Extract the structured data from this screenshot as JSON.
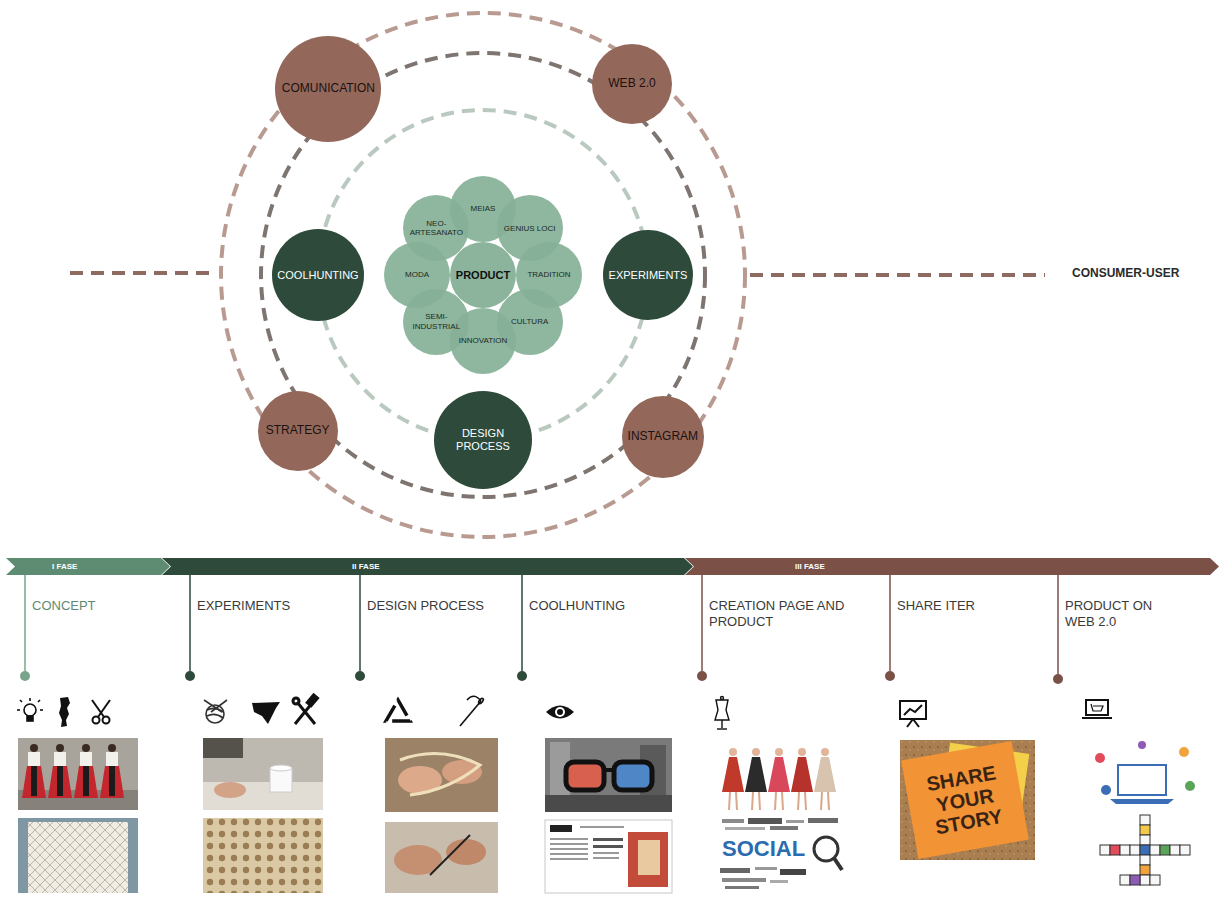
{
  "diagram": {
    "nodes": [
      {
        "text": [
          "COMUNICATION"
        ]
      },
      {
        "text": [
          "WEB 2.0"
        ]
      },
      {
        "text": [
          "NEO-ARTESANATO"
        ]
      },
      {
        "text": [
          "MEIAS"
        ]
      },
      {
        "text": [
          "GENIUS LOCI"
        ]
      },
      {
        "text": [
          "COOLHUNTING"
        ]
      },
      {
        "text": [
          "MODA"
        ]
      },
      {
        "text": [
          "PRODUCT"
        ]
      },
      {
        "text": [
          "TRADITION"
        ]
      },
      {
        "text": [
          "EXPERIMENTS"
        ]
      },
      {
        "text": [
          "SEMI-INDUSTRIAL"
        ]
      },
      {
        "text": [
          "INNOVATION"
        ]
      },
      {
        "text": [
          "CULTURA"
        ]
      },
      {
        "text": [
          "STRATEGY"
        ]
      },
      {
        "text": [
          "DESIGN PROCESS"
        ]
      },
      {
        "text": [
          "INSTAGRAM"
        ]
      },
      {
        "text": [
          "I FASE"
        ]
      },
      {
        "text": [
          "II FASE"
        ]
      },
      {
        "text": [
          "III FASE"
        ]
      }
    ],
    "labels": [
      "CONSUMER-USER",
      "CONCEPT",
      "EXPERIMENTS",
      "DESIGN PROCESS",
      "COOLHUNTING",
      "CREATION PAGE AND PRODUCT",
      "SHARE ITER",
      "PRODUCT ON WEB 2.0",
      "SHARE YOUR STORY",
      "SOCIAL"
    ]
  }
}
